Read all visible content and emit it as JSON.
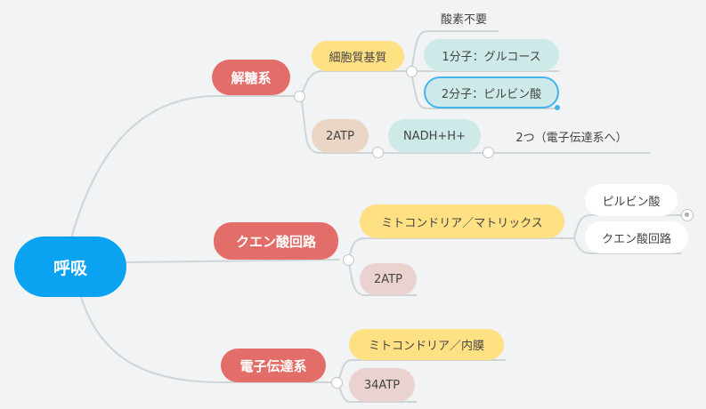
{
  "root": {
    "label": "呼吸"
  },
  "glycolysis": {
    "label": "解糖系",
    "location": "細胞質基質",
    "note": "酸素不要",
    "input": "1分子：グルコース",
    "output": "2分子：ピルビン酸",
    "atp": "2ATP",
    "nadh": "NADH+H+",
    "nadh_note": "2つ（電子伝達系へ）"
  },
  "citric": {
    "label": "クエン酸回路",
    "location": "ミトコンドリア／マトリックス",
    "input": "ピルビン酸",
    "cycle": "クエン酸回路",
    "atp": "2ATP"
  },
  "etc": {
    "label": "電子伝達系",
    "location": "ミトコンドリア／内膜",
    "atp": "34ATP"
  },
  "colors": {
    "root": "#0aa3f2",
    "main": "#e36d68",
    "yellow": "#ffe083",
    "teal": "#cdeae9",
    "line": "#cfd4d7"
  }
}
